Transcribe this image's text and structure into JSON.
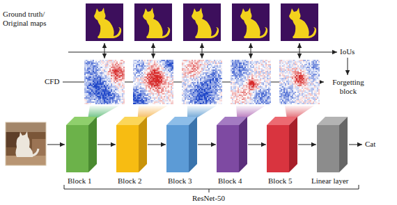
{
  "diagram": {
    "nodes": [
      {
        "text": [
          "Block 1"
        ]
      },
      {
        "text": [
          "Block 2"
        ]
      },
      {
        "text": [
          "Block 3"
        ]
      },
      {
        "text": [
          "Block 4"
        ]
      },
      {
        "text": [
          "Block 5"
        ]
      },
      {
        "text": [
          "Linear layer"
        ]
      }
    ],
    "edges": [
      {
        "from": 0,
        "to": 1,
        "arrow": "to"
      },
      {
        "from": 1,
        "to": 2,
        "arrow": "to"
      },
      {
        "from": 2,
        "to": 3,
        "arrow": "to"
      },
      {
        "from": 3,
        "to": 4,
        "arrow": "to"
      },
      {
        "from": 4,
        "to": 5,
        "arrow": "to"
      }
    ],
    "labels": [
      "Ground truth/ Original maps",
      "CFD",
      "IoUs",
      "Forgetting block",
      "Cat",
      "ResNet-50"
    ]
  }
}
